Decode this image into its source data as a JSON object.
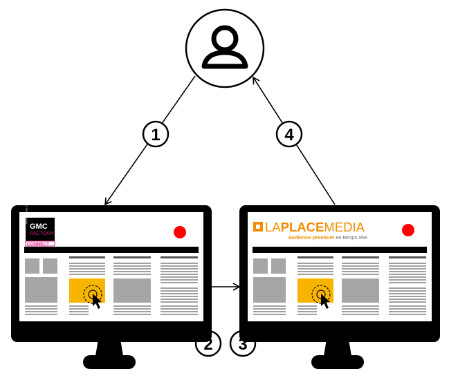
{
  "user": {
    "icon": "user-icon"
  },
  "steps": [
    "1",
    "2",
    "3",
    "4"
  ],
  "left_screen": {
    "logo": {
      "line1": "GMC",
      "line2": "FACTORY",
      "line3": "CONNECT",
      "tagline": "GROUPE MARIE CLAIRE",
      "accent": "#e0218a"
    },
    "status_dot_color": "#ff0000"
  },
  "right_screen": {
    "logo": {
      "part1": "LA",
      "part2": "PLACE",
      "part3": "MEDIA",
      "tagline_bold": "audience premium",
      "tagline_rest": " en temps réel",
      "accent": "#f28c00"
    },
    "status_dot_color": "#ff0000"
  },
  "colors": {
    "highlight": "#f7b500",
    "block": "#a6a6a6",
    "monitor": "#000000"
  }
}
